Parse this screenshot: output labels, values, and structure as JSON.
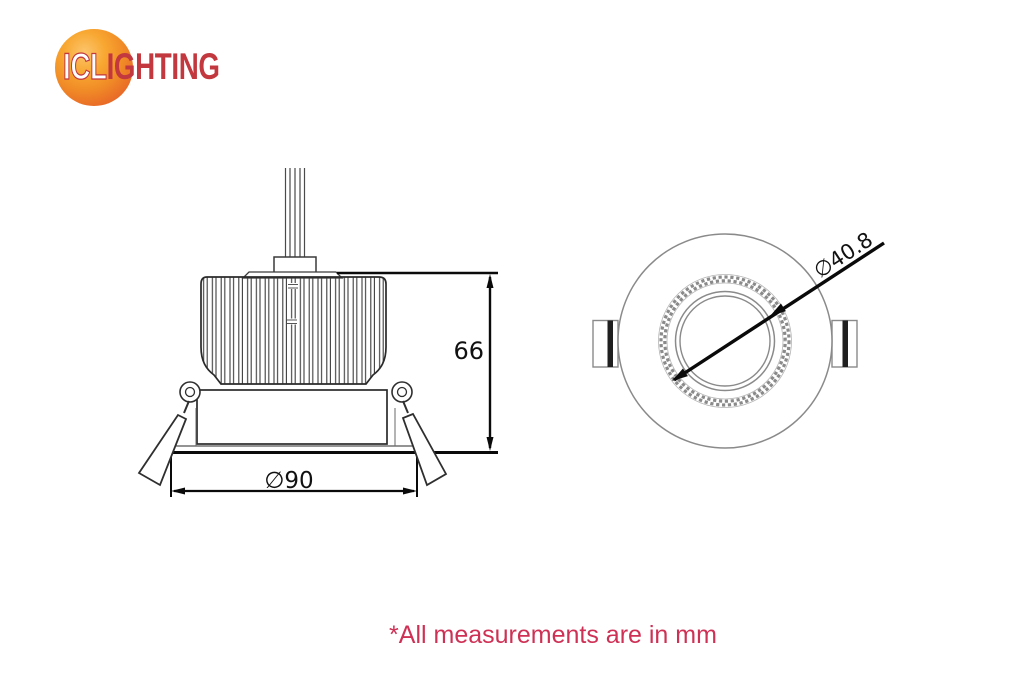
{
  "brand": {
    "name_highlight": "ICL",
    "name_rest": "IGHTING",
    "full_name": "ICLIGHTING"
  },
  "drawing": {
    "side_view": {
      "height_dimension": "66",
      "cutout_diameter_dimension": "∅90"
    },
    "top_view": {
      "lens_diameter_dimension": "∅40.8"
    }
  },
  "footnote": "*All measurements are in mm",
  "colors": {
    "brand_red": "#c2383e",
    "logo_orange_inner": "#f8a832",
    "logo_orange_outer": "#dc4a2c",
    "footnote_pink": "#ce3155",
    "drawing_line_dark": "#2a2a2a",
    "drawing_line_gray": "#8a8a8a",
    "dimension_black": "#0a0a0a"
  }
}
